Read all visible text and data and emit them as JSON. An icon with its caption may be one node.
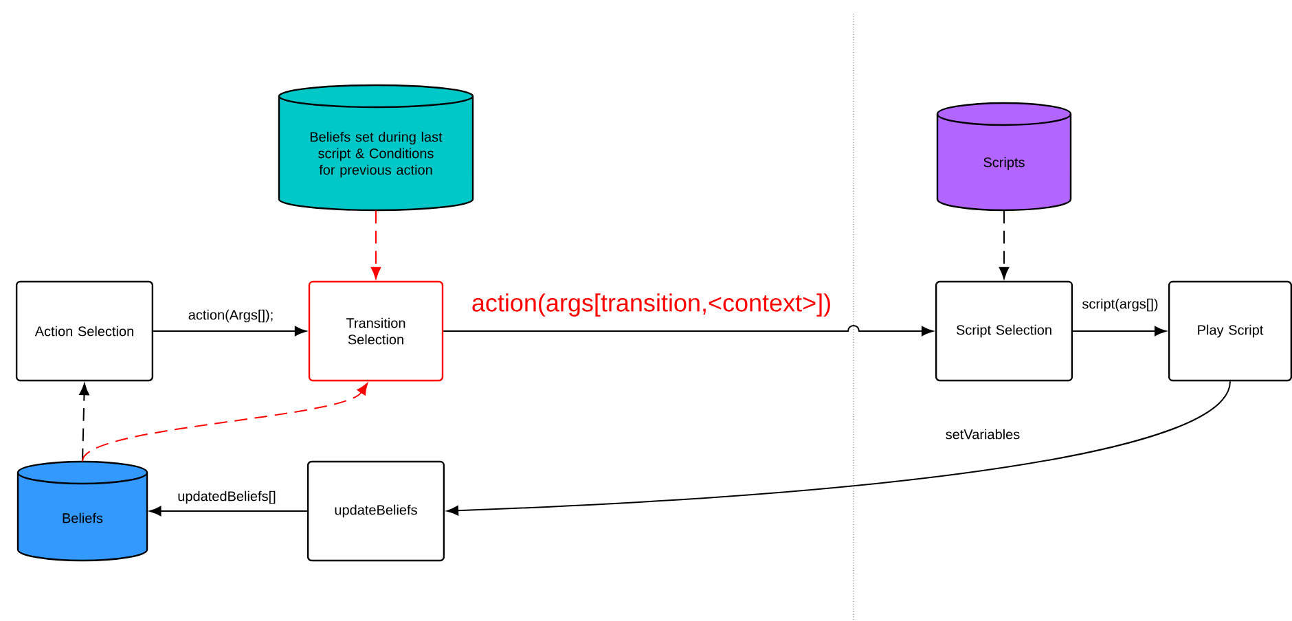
{
  "diagram": {
    "nodes": [
      {
        "text": [
          "Beliefs set during last script & Conditions for previous action"
        ]
      },
      {
        "text": [
          "Scripts"
        ]
      },
      {
        "text": [
          "Action Selection"
        ]
      },
      {
        "text": [
          "Transition Selection"
        ]
      },
      {
        "text": [
          "Script Selection"
        ]
      },
      {
        "text": [
          "Play Script"
        ]
      },
      {
        "text": [
          "Beliefs"
        ]
      },
      {
        "text": [
          "updateBeliefs"
        ]
      }
    ],
    "edges": [
      {
        "from": 0,
        "to": 3,
        "arrow": "to",
        "style": "dashed",
        "color": "#ff0000"
      },
      {
        "from": 1,
        "to": 4,
        "arrow": "to",
        "style": "dashed"
      },
      {
        "from": 2,
        "to": 3,
        "arrow": "to",
        "label": "action(Args[]);"
      },
      {
        "from": 3,
        "to": 4,
        "arrow": "to",
        "label": "action(args[transition,<context>])"
      },
      {
        "from": 4,
        "to": 5,
        "arrow": "to",
        "label": "script(args[])"
      },
      {
        "from": 5,
        "to": 7,
        "arrow": "to",
        "label": "setVariables"
      },
      {
        "from": 7,
        "to": 6,
        "arrow": "to",
        "label": "updatedBeliefs[]"
      },
      {
        "from": 6,
        "to": 2,
        "arrow": "to",
        "style": "dashed"
      },
      {
        "from": 6,
        "to": 3,
        "arrow": "to",
        "style": "dashed",
        "color": "#ff0000"
      }
    ]
  }
}
